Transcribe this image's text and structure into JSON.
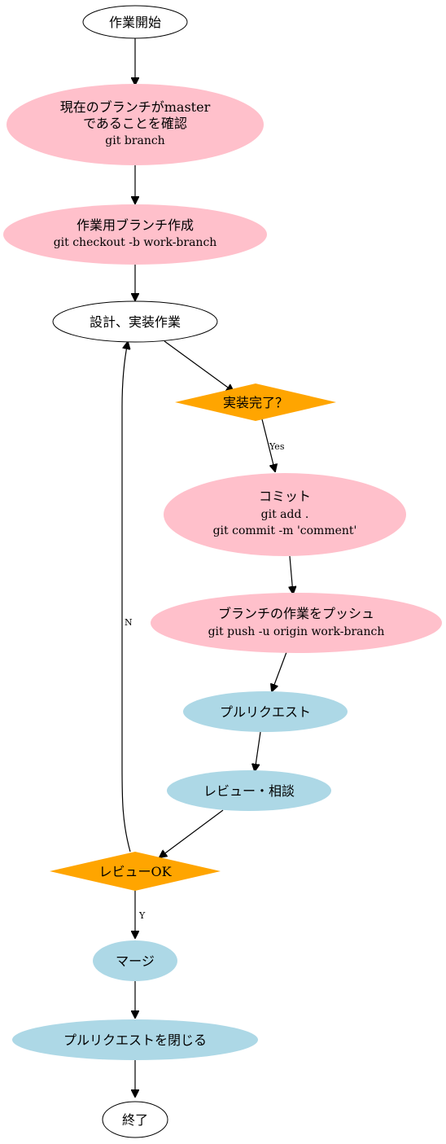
{
  "colors": {
    "pink": "#ffc0cb",
    "lightblue": "#add8e6",
    "orange": "#ffa500",
    "white": "#ffffff",
    "stroke": "#000000"
  },
  "nodes": {
    "start": {
      "lines": [
        "作業開始"
      ]
    },
    "check_master": {
      "lines": [
        "現在のブランチがmaster",
        "であることを確認",
        "git branch"
      ]
    },
    "create_branch": {
      "lines": [
        "作業用ブランチ作成",
        "git checkout -b work-branch"
      ]
    },
    "design": {
      "lines": [
        "設計、実装作業"
      ]
    },
    "impl_done": {
      "lines": [
        "実装完了？"
      ]
    },
    "commit": {
      "lines": [
        "コミット",
        "git add .",
        "git commit -m 'comment'"
      ]
    },
    "push": {
      "lines": [
        "ブランチの作業をプッシュ",
        "git push -u origin work-branch"
      ]
    },
    "pull_request": {
      "lines": [
        "プルリクエスト"
      ]
    },
    "review": {
      "lines": [
        "レビュー・相談"
      ]
    },
    "review_ok": {
      "lines": [
        "レビューOK"
      ]
    },
    "merge": {
      "lines": [
        "マージ"
      ]
    },
    "close_pr": {
      "lines": [
        "プルリクエストを閉じる"
      ]
    },
    "end": {
      "lines": [
        "終了"
      ]
    }
  },
  "edge_labels": {
    "yes": "Yes",
    "no": "N",
    "y": "Y"
  }
}
